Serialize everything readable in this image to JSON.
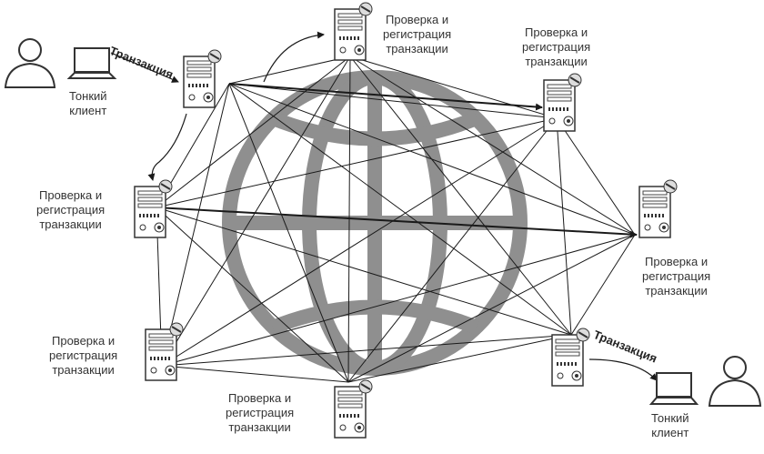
{
  "globe": {
    "color": "#8f8f8f"
  },
  "line_color": "#1a1a1a",
  "nodes": [
    {
      "id": "n-top",
      "label": [
        "Проверка и",
        "регистрация",
        "транзакции"
      ]
    },
    {
      "id": "n-topright",
      "label": [
        "Проверка и",
        "регистрация",
        "транзакции"
      ]
    },
    {
      "id": "n-right",
      "label": [
        "Проверка и",
        "регистрация",
        "транзакции"
      ]
    },
    {
      "id": "n-left",
      "label": [
        "Проверка и",
        "регистрация",
        "транзакции"
      ]
    },
    {
      "id": "n-botleft",
      "label": [
        "Проверка и",
        "регистрация",
        "транзакции"
      ]
    },
    {
      "id": "n-bottom",
      "label": [
        "Проверка и",
        "регистрация",
        "транзакции"
      ]
    },
    {
      "id": "n-topleft",
      "label": []
    },
    {
      "id": "n-botright",
      "label": []
    }
  ],
  "clients": [
    {
      "id": "client-left",
      "label": [
        "Тонкий",
        "клиент"
      ]
    },
    {
      "id": "client-right",
      "label": [
        "Тонкий",
        "клиент"
      ]
    }
  ],
  "transactions": [
    {
      "id": "tx-left",
      "text": "Транзакция"
    },
    {
      "id": "tx-right",
      "text": "Транзакция"
    }
  ]
}
